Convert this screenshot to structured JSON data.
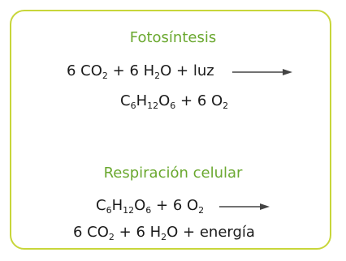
{
  "fotosintesis": {
    "title": "Fotosíntesis",
    "line1": {
      "c1": "6 CO",
      "s1": "2",
      "c2": " + 6 H",
      "s2": "2",
      "c3": "O + luz"
    },
    "line2": {
      "c1": "C",
      "s1": "6",
      "c2": "H",
      "s2": "12",
      "c3": "O",
      "s3": "6",
      "c4": " + 6 O",
      "s4": "2"
    }
  },
  "respiracion": {
    "title": "Respiración celular",
    "line1": {
      "c1": "C",
      "s1": "6",
      "c2": "H",
      "s2": "12",
      "c3": "O",
      "s3": "6",
      "c4": " + 6 O",
      "s4": "2"
    },
    "line2": {
      "c1": "6 CO",
      "s1": "2",
      "c2": " + 6 H",
      "s2": "2",
      "c3": "O + energía"
    }
  },
  "colors": {
    "border": "#c8d63a",
    "title": "#6aa82f",
    "text": "#1a1a1a"
  },
  "icons": [
    "right-arrow-icon"
  ]
}
